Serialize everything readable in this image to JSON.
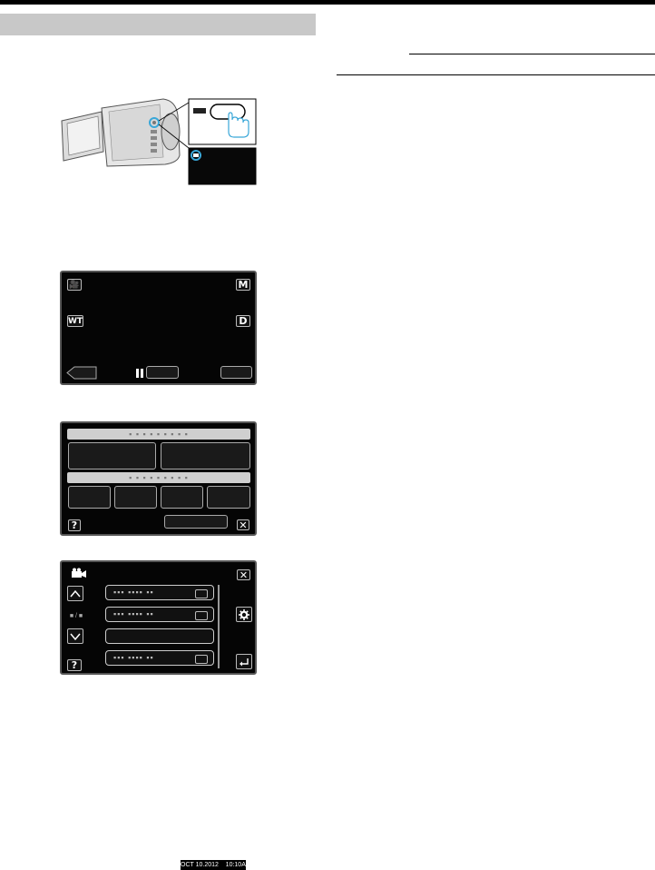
{
  "screen2": {
    "icon_camera": "🎥",
    "icon_m": "M",
    "icon_wt": "WT",
    "icon_d": "D"
  },
  "screen4": {
    "label_ratio": "■ / ■"
  },
  "footer": {
    "date": "OCT 10.2012    10:10AM"
  },
  "icons": [
    "movie-camera-icon",
    "help-icon",
    "close-icon",
    "gear-icon",
    "return-icon",
    "chevron-up-icon",
    "chevron-down-icon",
    "pause-icon",
    "hand-pointer-icon"
  ]
}
